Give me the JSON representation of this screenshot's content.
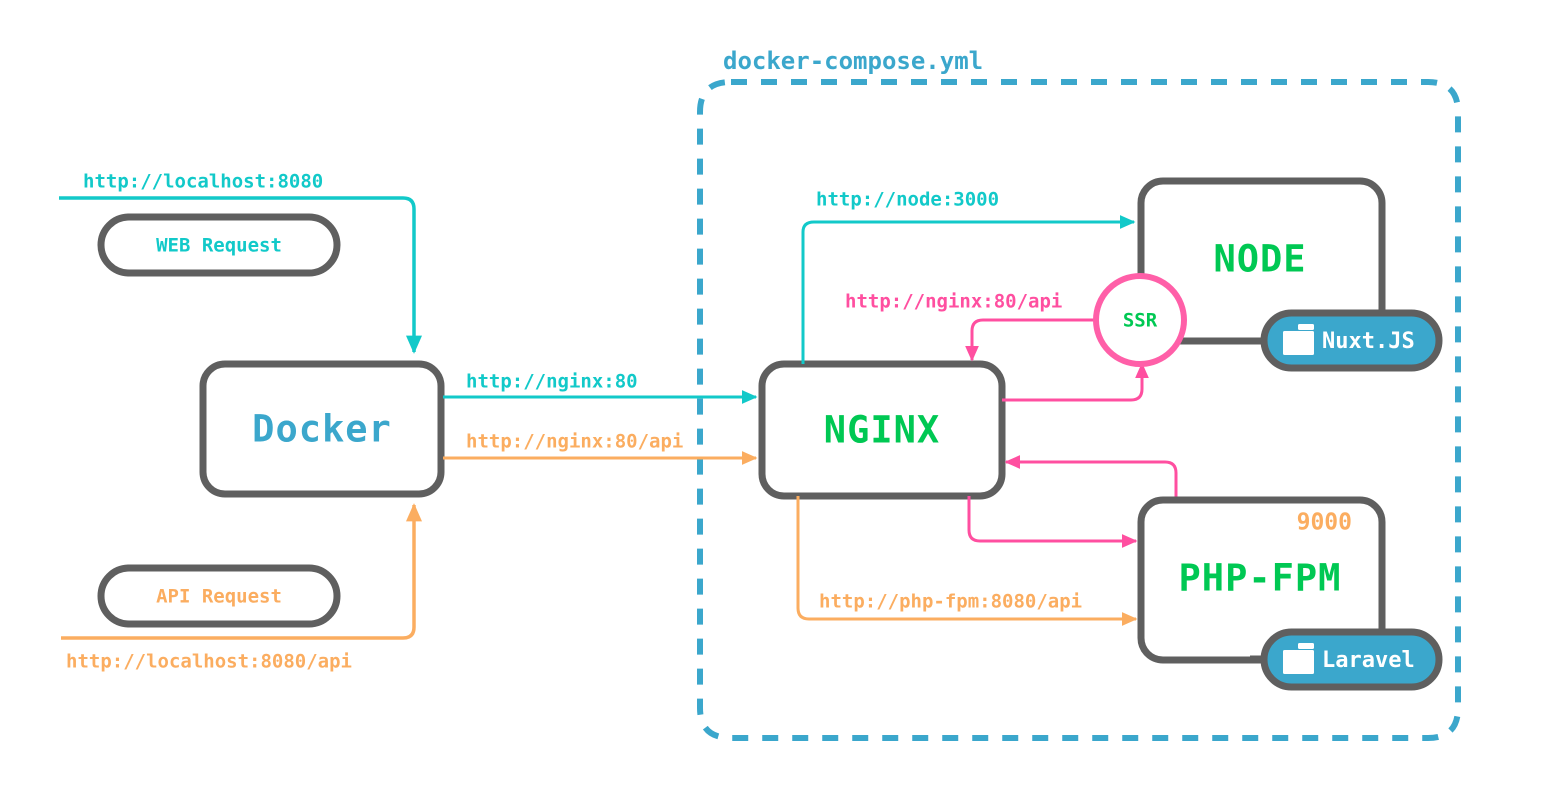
{
  "diagram": {
    "title": "docker-compose.yml",
    "colors": {
      "cyan": "#12C9C9",
      "orange": "#FBAD60",
      "pink": "#FF4FA0",
      "blue": "#3BA7CC",
      "green": "#00C853",
      "gray": "#5F5F5F",
      "white": "#FFFFFF"
    },
    "external": {
      "web_request": {
        "pill_label": "WEB Request",
        "url_label": "http://localhost:8080"
      },
      "api_request": {
        "pill_label": "API Request",
        "url_label": "http://localhost:8080/api"
      },
      "docker": {
        "title": "Docker"
      }
    },
    "services": {
      "nginx": {
        "title": "NGINX"
      },
      "node": {
        "title": "NODE",
        "badge_label": "Nuxt.JS",
        "badge_icon": "folder-icon",
        "ssr_label": "SSR"
      },
      "php_fpm": {
        "title": "PHP-FPM",
        "port": "9000",
        "badge_label": "Laravel",
        "badge_icon": "folder-icon"
      }
    },
    "edges": {
      "docker_to_nginx_web": "http://nginx:80",
      "docker_to_nginx_api": "http://nginx:80/api",
      "nginx_to_node": "http://node:3000",
      "ssr_to_nginx": "http://nginx:80/api",
      "nginx_to_phpfpm": "http://php-fpm:8080/api"
    }
  }
}
